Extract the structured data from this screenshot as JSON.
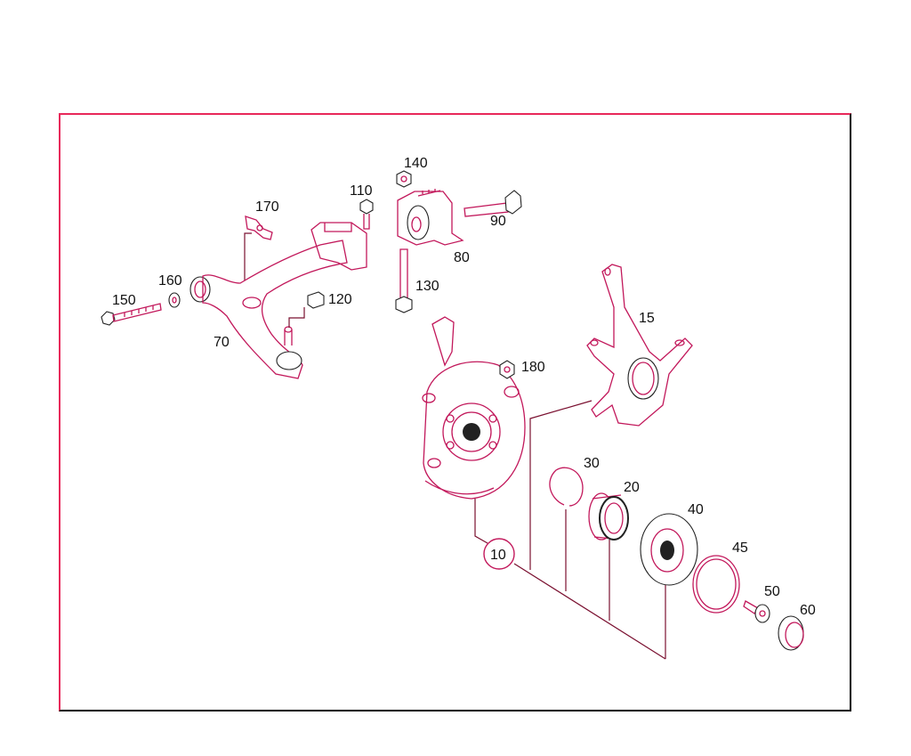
{
  "diagram": {
    "type": "exploded-parts-diagram",
    "subject": "Front axle steering knuckle, control arm and wheel hub assembly",
    "frame_colors": {
      "top_left": "#e8285a",
      "bottom_right": "#000000"
    },
    "part_labels": [
      {
        "id": "p170",
        "text": "170",
        "desc": "bracket"
      },
      {
        "id": "p110",
        "text": "110",
        "desc": "bolt"
      },
      {
        "id": "p140",
        "text": "140",
        "desc": "nut"
      },
      {
        "id": "p90",
        "text": "90",
        "desc": "bolt"
      },
      {
        "id": "p80",
        "text": "80",
        "desc": "rubber mount bracket"
      },
      {
        "id": "p160",
        "text": "160",
        "desc": "washer"
      },
      {
        "id": "p150",
        "text": "150",
        "desc": "bolt"
      },
      {
        "id": "p120",
        "text": "120",
        "desc": "nut"
      },
      {
        "id": "p130",
        "text": "130",
        "desc": "bolt"
      },
      {
        "id": "p70",
        "text": "70",
        "desc": "control arm"
      },
      {
        "id": "p15",
        "text": "15",
        "desc": "steering knuckle"
      },
      {
        "id": "p180",
        "text": "180",
        "desc": "nut"
      },
      {
        "id": "p30",
        "text": "30",
        "desc": "circlip"
      },
      {
        "id": "p20",
        "text": "20",
        "desc": "wheel bearing"
      },
      {
        "id": "p40",
        "text": "40",
        "desc": "wheel hub"
      },
      {
        "id": "p45",
        "text": "45",
        "desc": "sensor ring"
      },
      {
        "id": "p50",
        "text": "50",
        "desc": "collar bolt"
      },
      {
        "id": "p60",
        "text": "60",
        "desc": "cap"
      },
      {
        "id": "p10",
        "text": "10",
        "desc": "assembly (circled)"
      }
    ]
  }
}
